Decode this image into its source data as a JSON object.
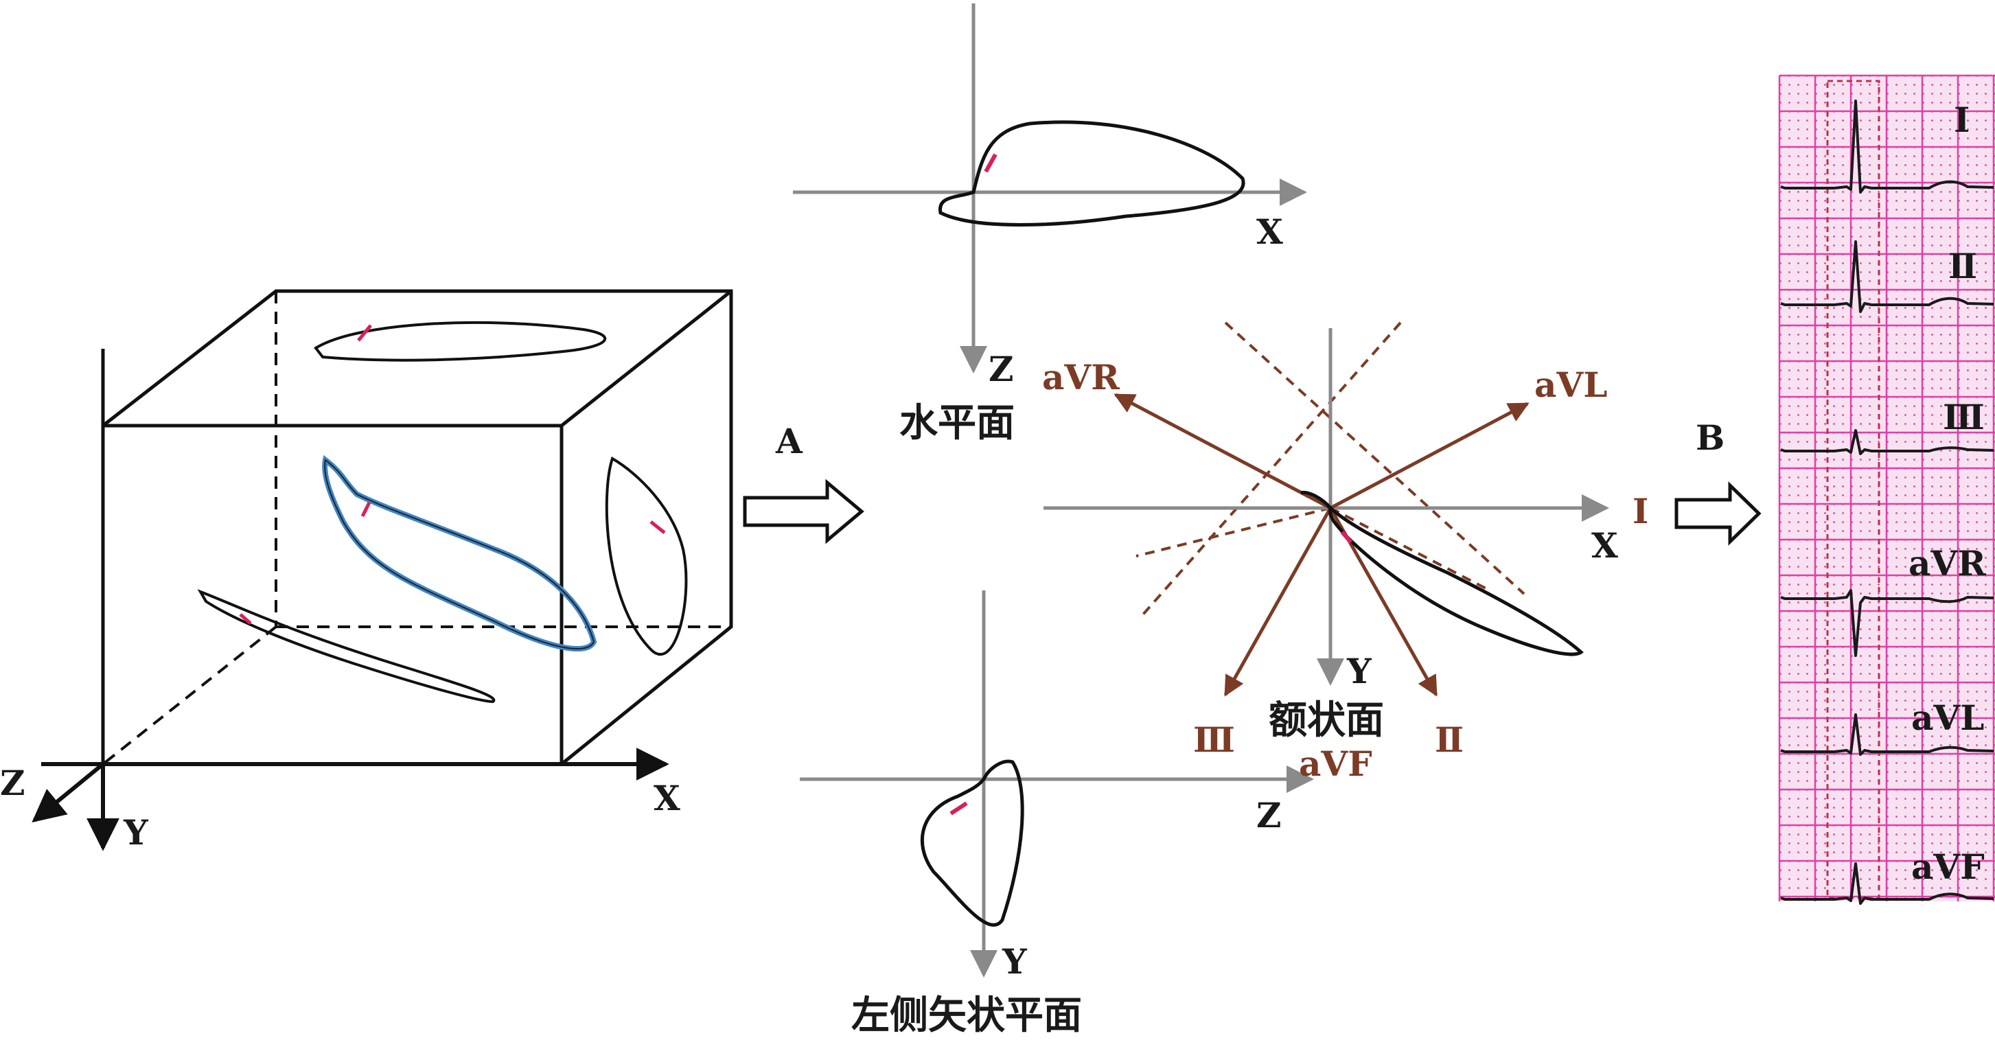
{
  "cube": {
    "axis_x": "X",
    "axis_y": "Y",
    "axis_z": "Z"
  },
  "arrow_a": "A",
  "arrow_b": "B",
  "horizontal_plane": {
    "axis_x": "X",
    "axis_z": "Z",
    "name": "水平面"
  },
  "sagittal_plane": {
    "axis_z": "Z",
    "axis_y": "Y",
    "name": "左侧矢状平面"
  },
  "frontal_plane": {
    "axis_x": "X",
    "axis_y": "Y",
    "name": "额状面",
    "leads": {
      "I": "Ⅰ",
      "II": "Ⅱ",
      "III": "Ⅲ",
      "aVR": "aVR",
      "aVL": "aVL",
      "aVF": "aVF"
    }
  },
  "ecg_strip": {
    "lead_labels": [
      "Ⅰ",
      "Ⅱ",
      "Ⅲ",
      "aVR",
      "aVL",
      "aVF"
    ]
  },
  "colors": {
    "axis_gray": "#8a8a8a",
    "lead_brown": "#7b3b25",
    "loop_blue": "#3f86c8",
    "arrow_red": "#d8205a",
    "ecg_grid_pink": "#e23fa8",
    "ecg_paper": "#f6dcef"
  }
}
